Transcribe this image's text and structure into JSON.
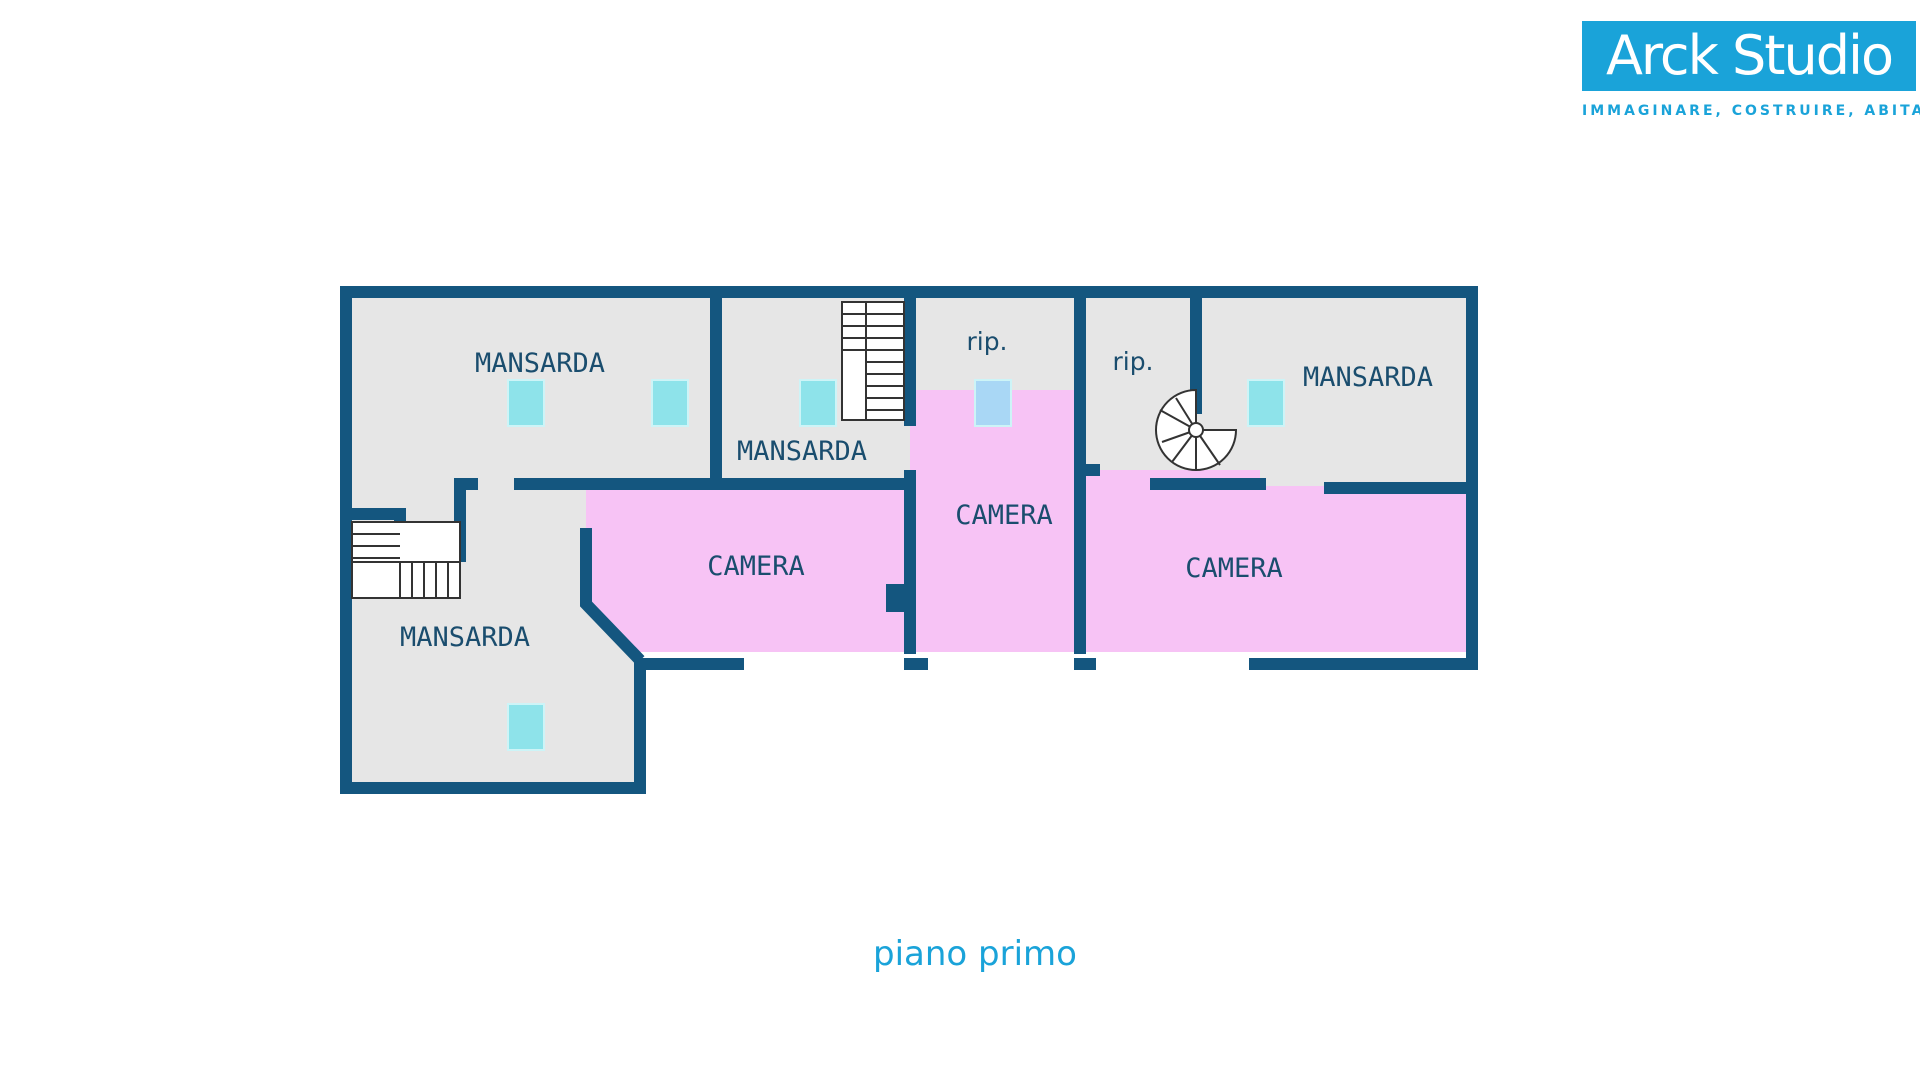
{
  "brand": {
    "name": "Arck Studio",
    "tagline": "IMMAGINARE, COSTRUIRE, ABITARE"
  },
  "floor_label": "piano primo",
  "rooms": {
    "mansarda_top_left": "MANSARDA",
    "mansarda_middle": "MANSARDA",
    "mansarda_right": "MANSARDA",
    "mansarda_bottom_left": "MANSARDA",
    "camera_left": "CAMERA",
    "camera_center": "CAMERA",
    "camera_right": "CAMERA",
    "rip_center": "rip.",
    "rip_right": "rip."
  },
  "colors": {
    "wall": "#14567f",
    "floor_grey": "#e6e6e6",
    "floor_pink": "#f7c3f5",
    "skylight": "#8ee3ea",
    "label": "#1a4d6e",
    "accent": "#1aa3d9"
  }
}
